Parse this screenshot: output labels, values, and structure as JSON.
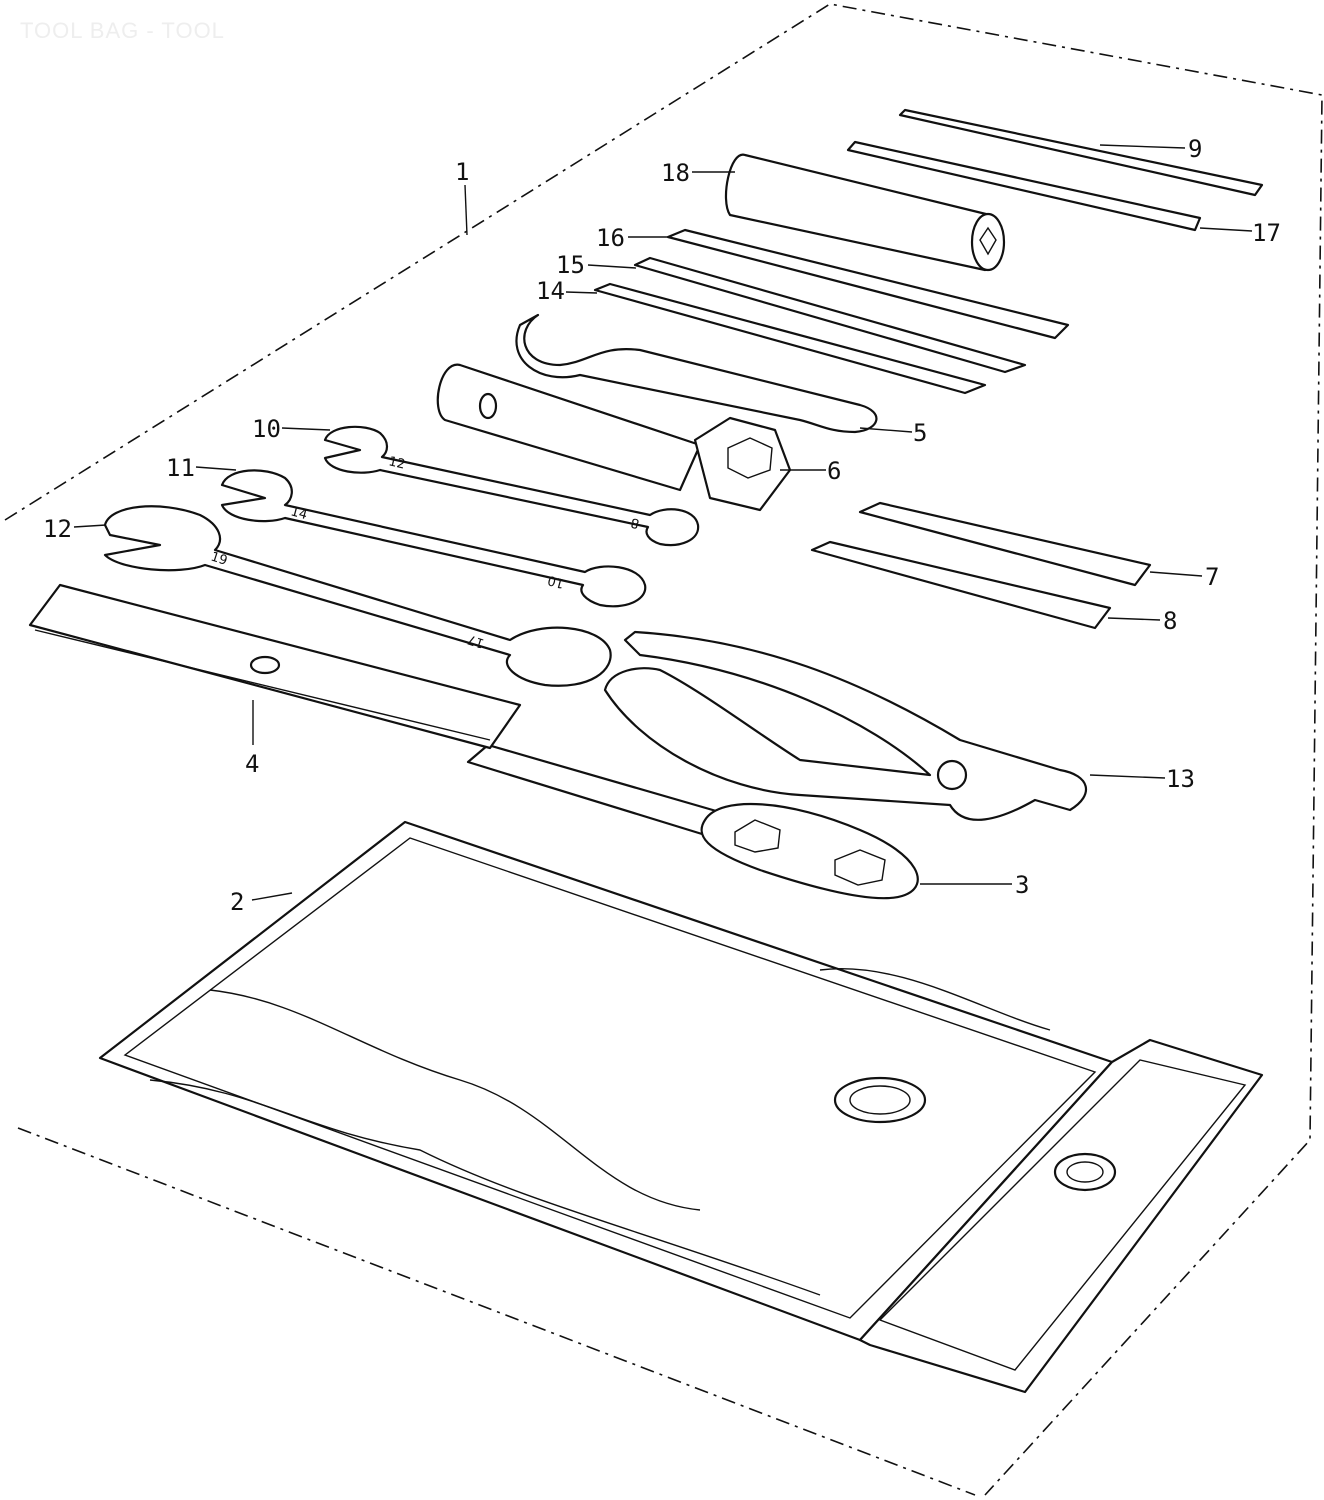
{
  "title": "TOOL BAG - TOOL",
  "callouts": [
    "1",
    "2",
    "3",
    "4",
    "5",
    "6",
    "7",
    "8",
    "9",
    "10",
    "11",
    "12",
    "13",
    "14",
    "15",
    "16",
    "17",
    "18"
  ],
  "wrench_marks": [
    "12",
    "8",
    "14",
    "10",
    "19",
    "17"
  ]
}
